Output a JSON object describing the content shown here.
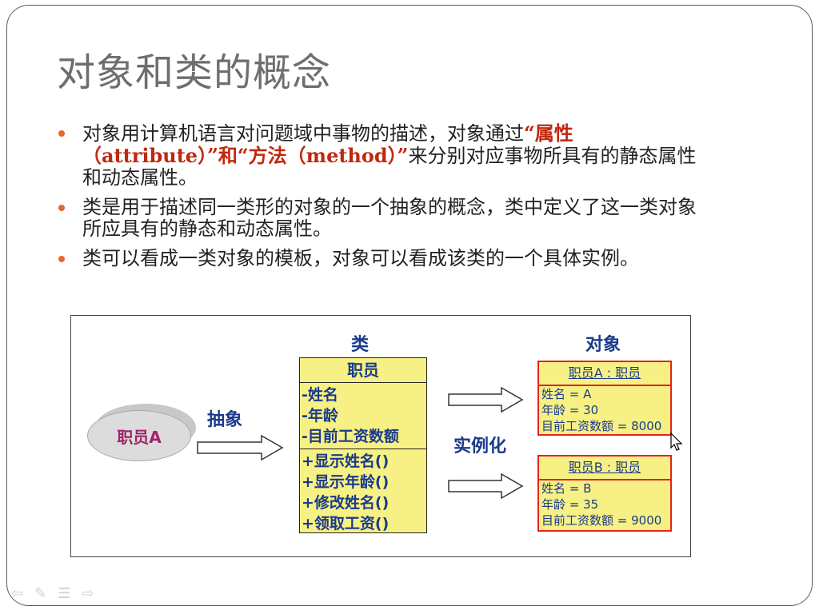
{
  "slide": {
    "title": "对象和类的概念",
    "bullets": [
      {
        "pre": "对象用计算机语言对问题域中事物的描述，对象通过",
        "highlight": "“属性（attribute）”和“方法（method）”",
        "post": "来分别对应事物所具有的静态属性和动态属性。"
      },
      {
        "text": "类是用于描述同一类形的对象的一个抽象的概念，类中定义了这一类对象所应具有的静态和动态属性。"
      },
      {
        "text": "类可以看成一类对象的模板，对象可以看成该类的一个具体实例。"
      }
    ]
  },
  "diagram": {
    "header_class": "类",
    "header_object": "对象",
    "entity": "职员A",
    "label_abstract": "抽象",
    "label_instantiate": "实例化",
    "class_box": {
      "name": "职员",
      "attributes": [
        "-姓名",
        "-年龄",
        "-目前工资数额"
      ],
      "methods": [
        "+显示姓名()",
        "+显示年龄()",
        "+修改姓名()",
        "+领取工资()"
      ]
    },
    "objects": [
      {
        "name": "职员A : 职员",
        "rows": [
          "姓名 = A",
          "年龄 = 30",
          "目前工资数额 = 8000"
        ]
      },
      {
        "name": "职员B : 职员",
        "rows": [
          "姓名 = B",
          "年龄 = 35",
          "目前工资数额 = 9000"
        ]
      }
    ]
  },
  "nav_icons": [
    "prev-arrow-icon",
    "pen-icon",
    "menu-icon",
    "next-arrow-icon"
  ],
  "colors": {
    "accent_bullet": "#e0692b",
    "highlight": "#c0280e",
    "diagram_text": "#1a3a8a",
    "box_fill": "#f7f185",
    "object_border": "#e8221a"
  }
}
